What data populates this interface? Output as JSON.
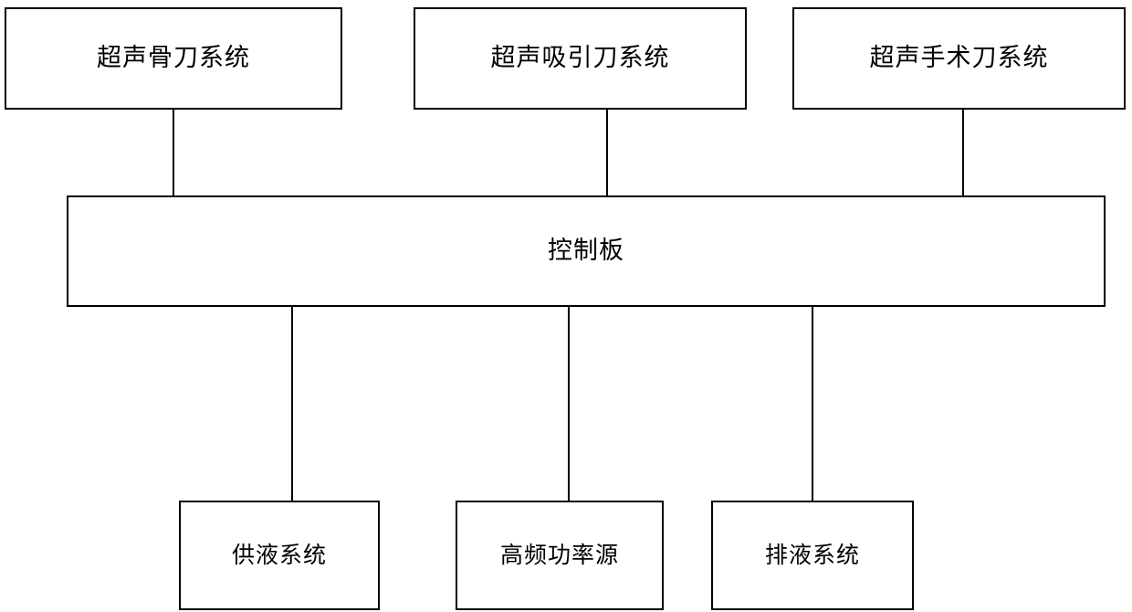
{
  "diagram": {
    "type": "block-diagram",
    "title": "",
    "nodes": {
      "top": [
        {
          "id": "ultrasonic-bone-scalpel-system",
          "label": "超声骨刀系统"
        },
        {
          "id": "ultrasonic-aspirator-system",
          "label": "超声吸引刀系统"
        },
        {
          "id": "ultrasonic-surgical-scalpel-system",
          "label": "超声手术刀系统"
        }
      ],
      "center": {
        "id": "control-board",
        "label": "控制板"
      },
      "bottom": [
        {
          "id": "liquid-supply-system",
          "label": "供液系统"
        },
        {
          "id": "high-frequency-power-source",
          "label": "高频功率源"
        },
        {
          "id": "liquid-drainage-system",
          "label": "排液系统"
        }
      ]
    },
    "colors": {
      "line": "#000000",
      "box_fill": "#ffffff",
      "text": "#000000",
      "background": "#ffffff"
    }
  }
}
